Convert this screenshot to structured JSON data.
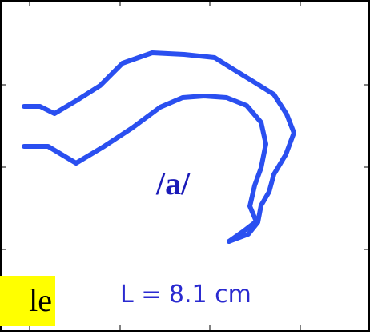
{
  "diagram": {
    "vowel_label": "/a/",
    "length_label": "L = 8.1 cm",
    "highlight_text": "le",
    "colors": {
      "tract_outline": "#2a4ff0",
      "vowel_text": "#1a1ab8",
      "length_text": "#2a2ad0",
      "highlight_background": "#ffff00",
      "frame": "#000000"
    }
  }
}
